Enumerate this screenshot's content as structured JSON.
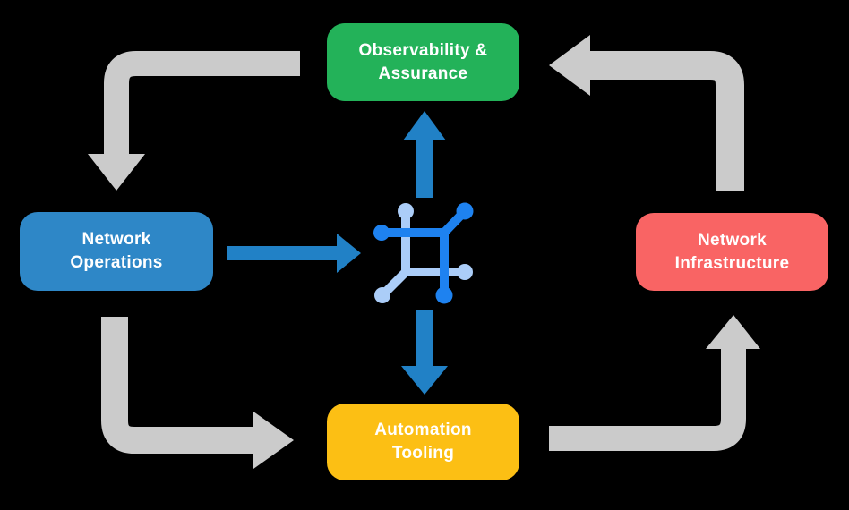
{
  "diagram": {
    "background": "#000000",
    "colors": {
      "arrow_gray": "#cbcbcb",
      "arrow_blue": "#2181c6",
      "icon_dark": "#1e82f0",
      "icon_light": "#abcdf8",
      "label_text": "#ffffff"
    },
    "nodes": {
      "observability": {
        "label": "Observability &\nAssurance",
        "color": "#23b259"
      },
      "operations": {
        "label": "Network\nOperations",
        "color": "#2e87c7"
      },
      "infrastructure": {
        "label": "Network\nInfrastructure",
        "color": "#f96464"
      },
      "automation": {
        "label": "Automation\nTooling",
        "color": "#fcbf14"
      }
    },
    "icon": {
      "name": "network-nodes-icon"
    }
  }
}
